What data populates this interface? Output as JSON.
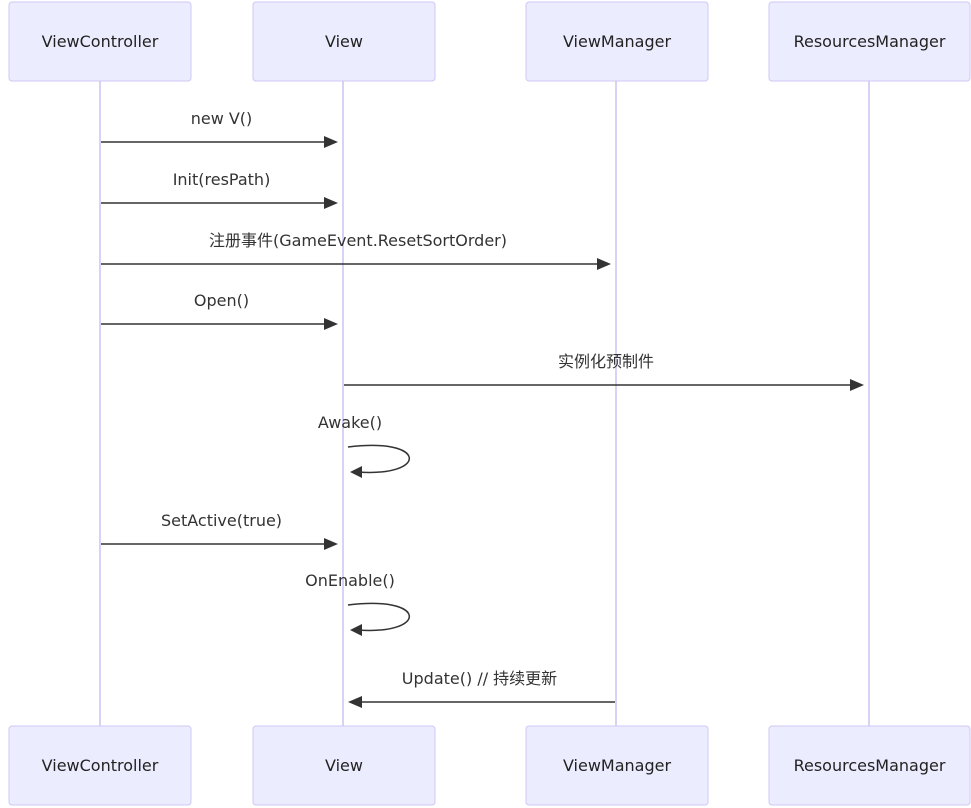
{
  "participants": [
    {
      "id": "vc",
      "label": "ViewController"
    },
    {
      "id": "v",
      "label": "View"
    },
    {
      "id": "vm",
      "label": "ViewManager"
    },
    {
      "id": "rm",
      "label": "ResourcesManager"
    }
  ],
  "messages": [
    {
      "from": "vc",
      "to": "v",
      "label": "new V()"
    },
    {
      "from": "vc",
      "to": "v",
      "label": "Init(resPath)"
    },
    {
      "from": "vc",
      "to": "vm",
      "label": "注册事件(GameEvent.ResetSortOrder)"
    },
    {
      "from": "vc",
      "to": "v",
      "label": "Open()"
    },
    {
      "from": "v",
      "to": "rm",
      "label": "实例化预制件"
    },
    {
      "from": "v",
      "to": "v",
      "label": "Awake()"
    },
    {
      "from": "vc",
      "to": "v",
      "label": "SetActive(true)"
    },
    {
      "from": "v",
      "to": "v",
      "label": "OnEnable()"
    },
    {
      "from": "vm",
      "to": "v",
      "label": "Update() // 持续更新"
    }
  ],
  "colors": {
    "actor_fill": "#ececff",
    "actor_border": "#cfc7f5",
    "lifeline": "#d8d2f5",
    "arrow": "#333333"
  }
}
